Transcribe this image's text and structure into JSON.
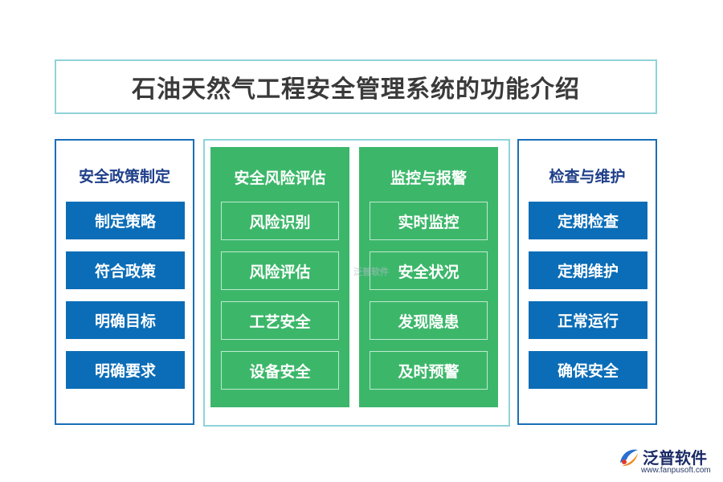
{
  "title": "石油天然气工程安全管理系统的功能介绍",
  "left_panel": {
    "title": "安全政策制定",
    "items": [
      "制定策略",
      "符合政策",
      "明确目标",
      "明确要求"
    ]
  },
  "center": {
    "col1": {
      "title": "安全风险评估",
      "items": [
        "风险识别",
        "风险评估",
        "工艺安全",
        "设备安全"
      ]
    },
    "col2": {
      "title": "监控与报警",
      "items": [
        "实时监控",
        "安全状况",
        "发现隐患",
        "及时预警"
      ]
    },
    "watermark": "泛普软件"
  },
  "right_panel": {
    "title": "检查与维护",
    "items": [
      "定期检查",
      "定期维护",
      "正常运行",
      "确保安全"
    ]
  },
  "brand": {
    "name": "泛普软件",
    "url": "www.fanpusoft.com",
    "icon": "fanpu-logo-icon"
  },
  "colors": {
    "blue_box": "#0b6db7",
    "green_box": "#3cb76a",
    "panel_border_blue": "#1a6fb8",
    "panel_border_teal": "#8fd3d8",
    "side_title": "#1f3f8a"
  }
}
